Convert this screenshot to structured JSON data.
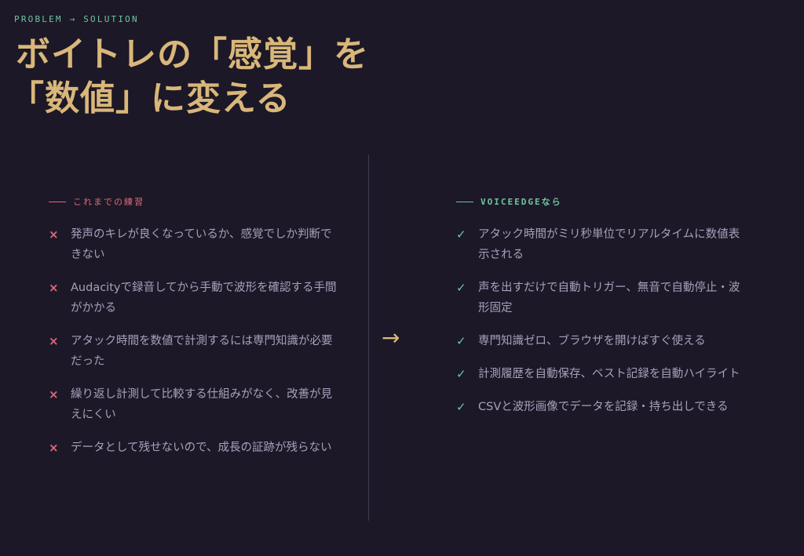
{
  "header": {
    "eyebrow": "PROBLEM → SOLUTION",
    "title_line1": "ボイトレの「感覚」を",
    "title_line2": "「数値」に変える"
  },
  "center": {
    "arrow_icon": "→"
  },
  "colors": {
    "background": "#1c1827",
    "title": "#d9b77a",
    "problem_accent": "#e06a78",
    "solution_accent": "#6fc4a0",
    "body_text": "#a8a0bc",
    "divider": "#3e3950"
  },
  "problems": {
    "label": "これまでの練習",
    "icon": "×",
    "items": [
      "発声のキレが良くなっているか、感覚でしか判断できない",
      "Audacityで録音してから手動で波形を確認する手間がかかる",
      "アタック時間を数値で計測するには専門知識が必要だった",
      "繰り返し計測して比較する仕組みがなく、改善が見えにくい",
      "データとして残せないので、成長の証跡が残らない"
    ]
  },
  "solutions": {
    "label": "VOICEEDGEなら",
    "icon": "✓",
    "items": [
      "アタック時間がミリ秒単位でリアルタイムに数値表示される",
      "声を出すだけで自動トリガー、無音で自動停止・波形固定",
      "専門知識ゼロ、ブラウザを開けばすぐ使える",
      "計測履歴を自動保存、ベスト記録を自動ハイライト",
      "CSVと波形画像でデータを記録・持ち出しできる"
    ]
  }
}
